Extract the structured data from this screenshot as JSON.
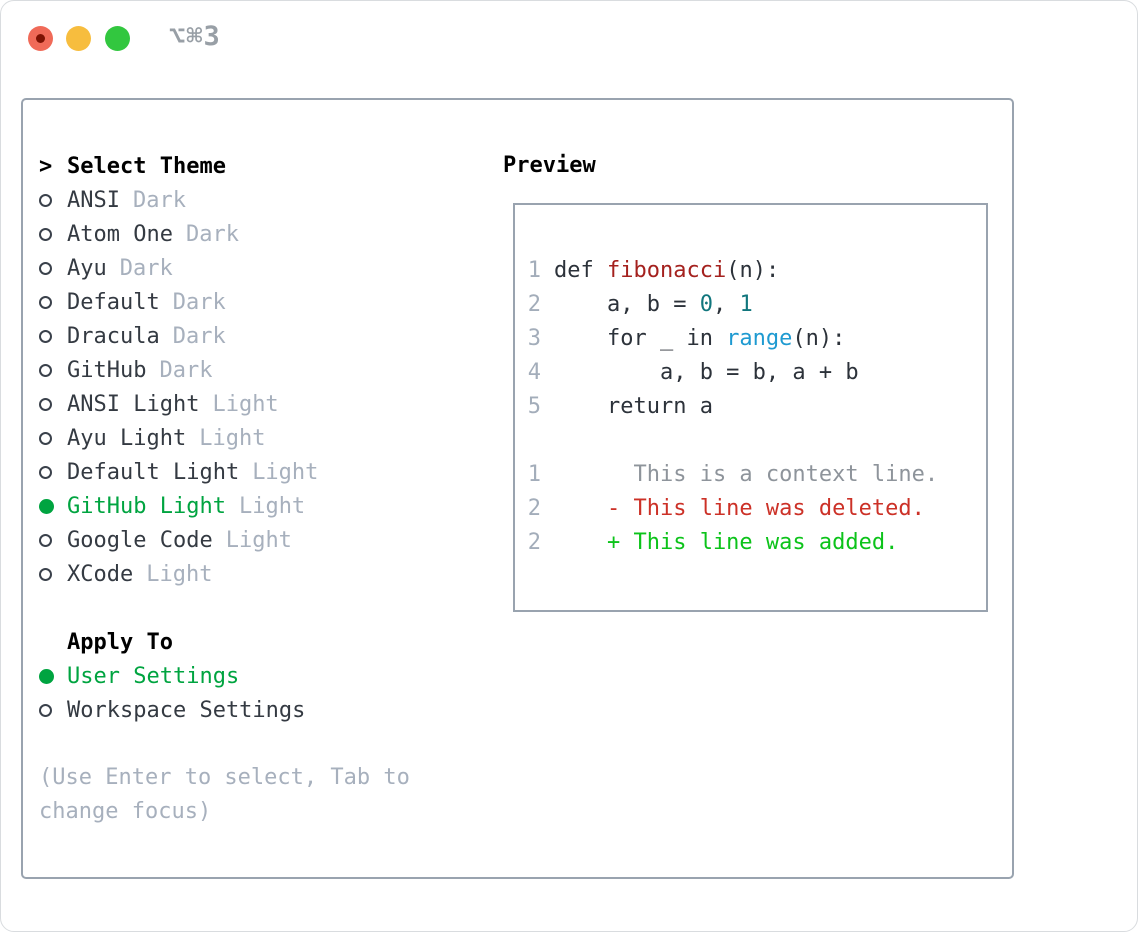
{
  "window": {
    "title": "⌥⌘3",
    "traffic_lights": [
      {
        "icon": "close-button",
        "color": "#f06a58",
        "focused_dot_color": "#7e1203"
      },
      {
        "icon": "minimize-button",
        "color": "#f7bd3e"
      },
      {
        "icon": "zoom-button",
        "color": "#32c73f"
      }
    ]
  },
  "palette": {
    "selected_green": "#00a440",
    "muted_gray": "#a7b0bd",
    "text_dark": "#343a42",
    "panel_border": "#99a3af",
    "code_function_red": "#a4211e",
    "code_number_teal": "#11767d",
    "code_builtin_blue": "#1e9ad1",
    "diff_context_gray": "#8e949b",
    "diff_deleted_red": "#cc3127",
    "diff_added_green": "#0cc31a",
    "line_number_gray": "#a3adba"
  },
  "theme_picker": {
    "prompt": ">",
    "title": "Select Theme",
    "items": [
      {
        "name": "ANSI",
        "variant": "Dark",
        "selected": false
      },
      {
        "name": "Atom One",
        "variant": "Dark",
        "selected": false
      },
      {
        "name": "Ayu",
        "variant": "Dark",
        "selected": false
      },
      {
        "name": "Default",
        "variant": "Dark",
        "selected": false
      },
      {
        "name": "Dracula",
        "variant": "Dark",
        "selected": false
      },
      {
        "name": "GitHub",
        "variant": "Dark",
        "selected": false
      },
      {
        "name": "ANSI Light",
        "variant": "Light",
        "selected": false
      },
      {
        "name": "Ayu Light",
        "variant": "Light",
        "selected": false
      },
      {
        "name": "Default Light",
        "variant": "Light",
        "selected": false
      },
      {
        "name": "GitHub Light",
        "variant": "Light",
        "selected": true
      },
      {
        "name": "Google Code",
        "variant": "Light",
        "selected": false
      },
      {
        "name": "XCode",
        "variant": "Light",
        "selected": false
      }
    ],
    "apply_to": {
      "title": "Apply To",
      "options": [
        {
          "name": "User Settings",
          "selected": true
        },
        {
          "name": "Workspace Settings",
          "selected": false
        }
      ]
    },
    "hint": "(Use Enter to select, Tab to change focus)"
  },
  "preview": {
    "title": "Preview",
    "lines": [
      {
        "num": "1",
        "kind": "code",
        "tokens": [
          [
            "def ",
            "dark"
          ],
          [
            "fibonacci",
            "func"
          ],
          [
            "(n):",
            "dark"
          ]
        ]
      },
      {
        "num": "2",
        "kind": "code",
        "tokens": [
          [
            "    a, b = ",
            "dark"
          ],
          [
            "0",
            "num"
          ],
          [
            ", ",
            "dark"
          ],
          [
            "1",
            "num"
          ]
        ]
      },
      {
        "num": "3",
        "kind": "code",
        "tokens": [
          [
            "    for _ in ",
            "dark"
          ],
          [
            "range",
            "blue"
          ],
          [
            "(n):",
            "dark"
          ]
        ]
      },
      {
        "num": "4",
        "kind": "code",
        "tokens": [
          [
            "        a, b = b, a + b",
            "dark"
          ]
        ]
      },
      {
        "num": "5",
        "kind": "code",
        "tokens": [
          [
            "    return a",
            "dark"
          ]
        ]
      },
      {
        "num": "",
        "kind": "blank",
        "tokens": []
      },
      {
        "num": "1",
        "kind": "diff-context",
        "tokens": [
          [
            "      This is a context line.",
            "ctx"
          ]
        ]
      },
      {
        "num": "2",
        "kind": "diff-deleted",
        "tokens": [
          [
            "    - This line was deleted.",
            "del"
          ]
        ]
      },
      {
        "num": "2",
        "kind": "diff-added",
        "tokens": [
          [
            "    + This line was added.",
            "add"
          ]
        ]
      }
    ]
  }
}
